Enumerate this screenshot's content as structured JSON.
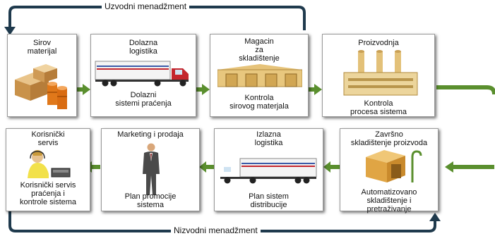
{
  "upstream_label": "Uzvodni menadžment",
  "downstream_label": "Nizvodni menadžment",
  "colors": {
    "flow_arrow": "#5a8f2e",
    "loop_arrow": "#1f3a4d",
    "box_border": "#9a9a9a"
  },
  "top_row": [
    {
      "title": "Sirov\nmaterijal",
      "caption": "",
      "icon": "raw-material-barrels-icon"
    },
    {
      "title": "Dolazna\nlogistika",
      "caption": "Dolazni\nsistemi praćenja",
      "icon": "truck-icon"
    },
    {
      "title": "Magacin\nza\nskladištenje",
      "caption": "Kontrola\nsirovog materjala",
      "icon": "warehouse-icon"
    },
    {
      "title": "Proizvodnja",
      "caption": "Kontrola\nprocesa sistema",
      "icon": "factory-icon"
    }
  ],
  "bottom_row": [
    {
      "title": "Korisnički\nservis",
      "caption": "Korisnički servis\npraćenja i\nkontrole sistema",
      "icon": "call-center-agent-icon"
    },
    {
      "title": "Marketing i prodaja",
      "caption": "Plan promocije\nsistema",
      "icon": "businessman-icon"
    },
    {
      "title": "Izlazna\nlogistika",
      "caption": "Plan sistem\ndistribucije",
      "icon": "truck-icon"
    },
    {
      "title": "Završno\nskladištenje proizvoda",
      "caption": "Automatizovano\nskladištenje i\npretraživanje",
      "icon": "automated-storage-icon"
    }
  ]
}
